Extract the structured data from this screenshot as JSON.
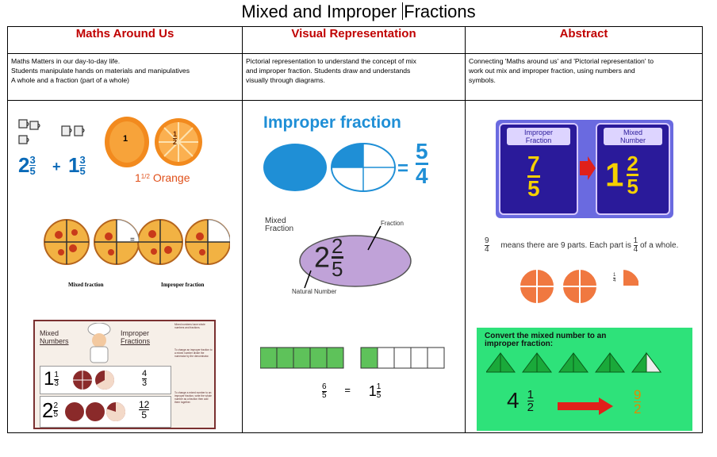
{
  "page": {
    "title_left": "Mixed and Improper ",
    "title_right": "Fractions"
  },
  "columns": [
    {
      "header": "Maths Around Us",
      "description": [
        "Maths Matters in our day-to-day life.",
        "Students manipulate hands on materials and manipulatives",
        "A whole and a fraction (part of a whole)"
      ]
    },
    {
      "header": "Visual Representation",
      "description": [
        "Pictorial representation to understand the concept of mix",
        "and improper fraction. Students draw and understands",
        "visually through diagrams."
      ]
    },
    {
      "header": "Abstract",
      "description": [
        "Connecting 'Maths around us' and 'Pictorial representation' to",
        "work out mix and improper fraction, using numbers and",
        "symbols."
      ]
    }
  ],
  "col1": {
    "cups_a": {
      "whole": "2",
      "num": "3",
      "den": "5"
    },
    "plus": "+",
    "cups_b": {
      "whole": "1",
      "num": "3",
      "den": "5"
    },
    "orange_whole": "1",
    "orange_half": {
      "num": "1",
      "den": "2"
    },
    "orange_caption_whole": "1",
    "orange_caption_frac": "1/2",
    "orange_caption": "Orange",
    "pizza_label_mixed": "Mixed fraction",
    "pizza_label_improper": "Improper fraction",
    "pizza_equals": "=",
    "chef_title_mixed": [
      "Mixed",
      "Numbers"
    ],
    "chef_title_improper": [
      "Improper",
      "Fractions"
    ],
    "chef_row1": {
      "whole": "1",
      "num": "1",
      "den": "3",
      "inum": "4",
      "iden": "3"
    },
    "chef_row2": {
      "whole": "2",
      "num": "2",
      "den": "5",
      "inum": "12",
      "iden": "5"
    },
    "chef_note1": "Mixed numbers have whole numbers and fractions.",
    "chef_note2": "To change an improper fraction to a mixed number divide the numerator by the denominator.",
    "chef_note3": "To change a mixed number to an improper fraction, write the whole number as a fraction then add them together."
  },
  "col2": {
    "improper_title": "Improper fraction",
    "improper_eq": "=",
    "improper_num": "5",
    "improper_den": "4",
    "mixed_label": [
      "Mixed",
      "Fraction"
    ],
    "fraction_label": "Fraction",
    "natural_label": "Natural Number",
    "mixed_whole": "2",
    "mixed_num": "2",
    "mixed_den": "5",
    "bar_eq_num": "6",
    "bar_eq_den": "5",
    "bar_eq_sign": "=",
    "bar_eq_whole": "1",
    "bar_eq_fnum": "1",
    "bar_eq_fden": "5"
  },
  "col3": {
    "arrow_left_label": [
      "Improper",
      "Fraction"
    ],
    "arrow_left_num": "7",
    "arrow_left_den": "5",
    "arrow_right_label": [
      "Mixed",
      "Number"
    ],
    "arrow_right_whole": "1",
    "arrow_right_num": "2",
    "arrow_right_den": "5",
    "nine_num": "9",
    "nine_den": "4",
    "nine_text_a": "means there are 9 parts.  Each part is",
    "nine_part_num": "1",
    "nine_part_den": "4",
    "nine_text_b": "of a whole.",
    "quarter_num": "1",
    "quarter_den": "4",
    "convert_title": [
      "Convert the mixed number to an",
      "improper fraction:"
    ],
    "convert_whole": "4",
    "convert_num": "1",
    "convert_den": "2",
    "convert_res_num": "9",
    "convert_res_den": "2"
  },
  "colors": {
    "header_red": "#c00000",
    "visual_blue": "#1f8fd6",
    "mixed_ellipse": "#c0a2d8",
    "bar_green": "#5ec25a",
    "abstract_purple": "#2a1a9a",
    "abstract_yellow": "#f5d000",
    "orange_segment": "#f07840",
    "convert_bg": "#2ee27a",
    "convert_triangle": "#1aa93a",
    "convert_arrow": "#e0201a",
    "convert_result": "#e08a00"
  }
}
